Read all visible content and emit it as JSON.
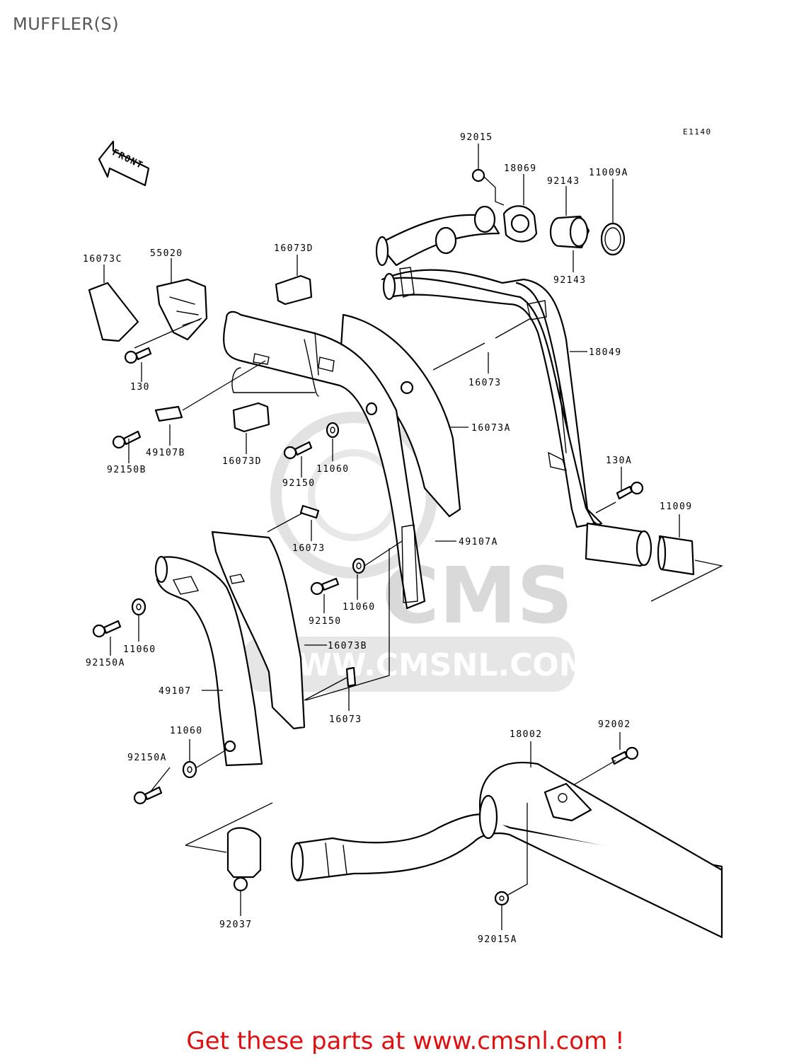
{
  "page": {
    "title": "MUFFLER(S)",
    "diagram_code": "E1140",
    "front_arrow_label": "FRONT",
    "cta_text": "Get these parts at www.cmsnl.com !",
    "colors": {
      "cta": "#e01010",
      "watermark": "#d9d9d9",
      "title": "#555555"
    }
  },
  "watermark": {
    "brand": "CMS",
    "url": "WWW.CMSNL.COM"
  },
  "callouts": {
    "p92015": "92015",
    "p18069": "18069",
    "p92143_top": "92143",
    "p11009A": "11009A",
    "p92143_bottom": "92143",
    "p16073C": "16073C",
    "p55020": "55020",
    "p16073D_top": "16073D",
    "p130": "130",
    "p18049": "18049",
    "p16073_a": "16073",
    "p16073A": "16073A",
    "p49107B": "49107B",
    "p92150B": "92150B",
    "p16073D_bottom": "16073D",
    "p11060_a": "11060",
    "p92150_a": "92150",
    "p130A": "130A",
    "p11009": "11009",
    "p16073_b": "16073",
    "p49107A": "49107A",
    "p11060_b": "11060",
    "p92150_b": "92150",
    "p11060_c": "11060",
    "p92150A_a": "92150A",
    "p16073B": "16073B",
    "p49107": "49107",
    "p16073_c": "16073",
    "p11060_d": "11060",
    "p92150A_b": "92150A",
    "p18002": "18002",
    "p92002": "92002",
    "p92037": "92037",
    "p92015A": "92015A"
  }
}
